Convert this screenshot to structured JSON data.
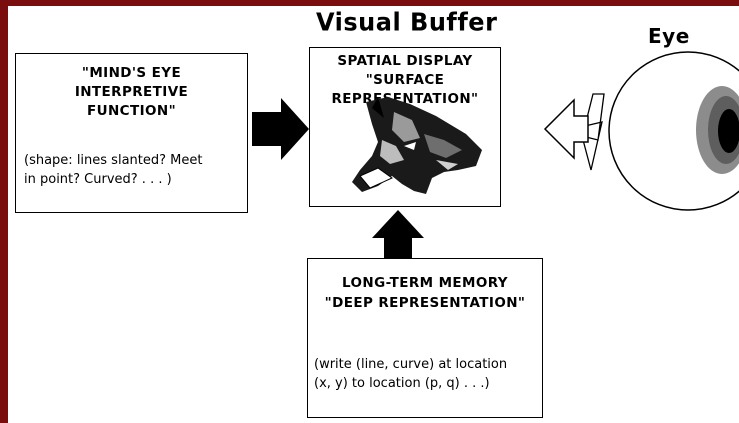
{
  "headings": {
    "visual_buffer": "Visual Buffer",
    "eye": "Eye"
  },
  "mind_box": {
    "title": [
      "\"MIND'S EYE",
      "INTERPRETIVE",
      "FUNCTION\""
    ],
    "body": [
      "(shape: lines slanted? Meet",
      "in point? Curved? . . . )"
    ]
  },
  "spatial_box": {
    "title": [
      "SPATIAL DISPLAY",
      "\"SURFACE",
      "REPRESENTATION\""
    ]
  },
  "memory_box": {
    "title": [
      "LONG-TERM MEMORY",
      "\"DEEP REPRESENTATION\""
    ],
    "body": [
      "(write (line, curve) at location",
      "(x, y) to location (p, q) . . .)"
    ]
  },
  "colors": {
    "frame": "#7a0e0e",
    "iris_outer": "#8c8c8c",
    "iris_inner": "#5e5e5e",
    "pupil": "#000000"
  },
  "icons": [
    "wolf-head-illustration",
    "eyeball-illustration",
    "lightning-bolt-icon"
  ]
}
